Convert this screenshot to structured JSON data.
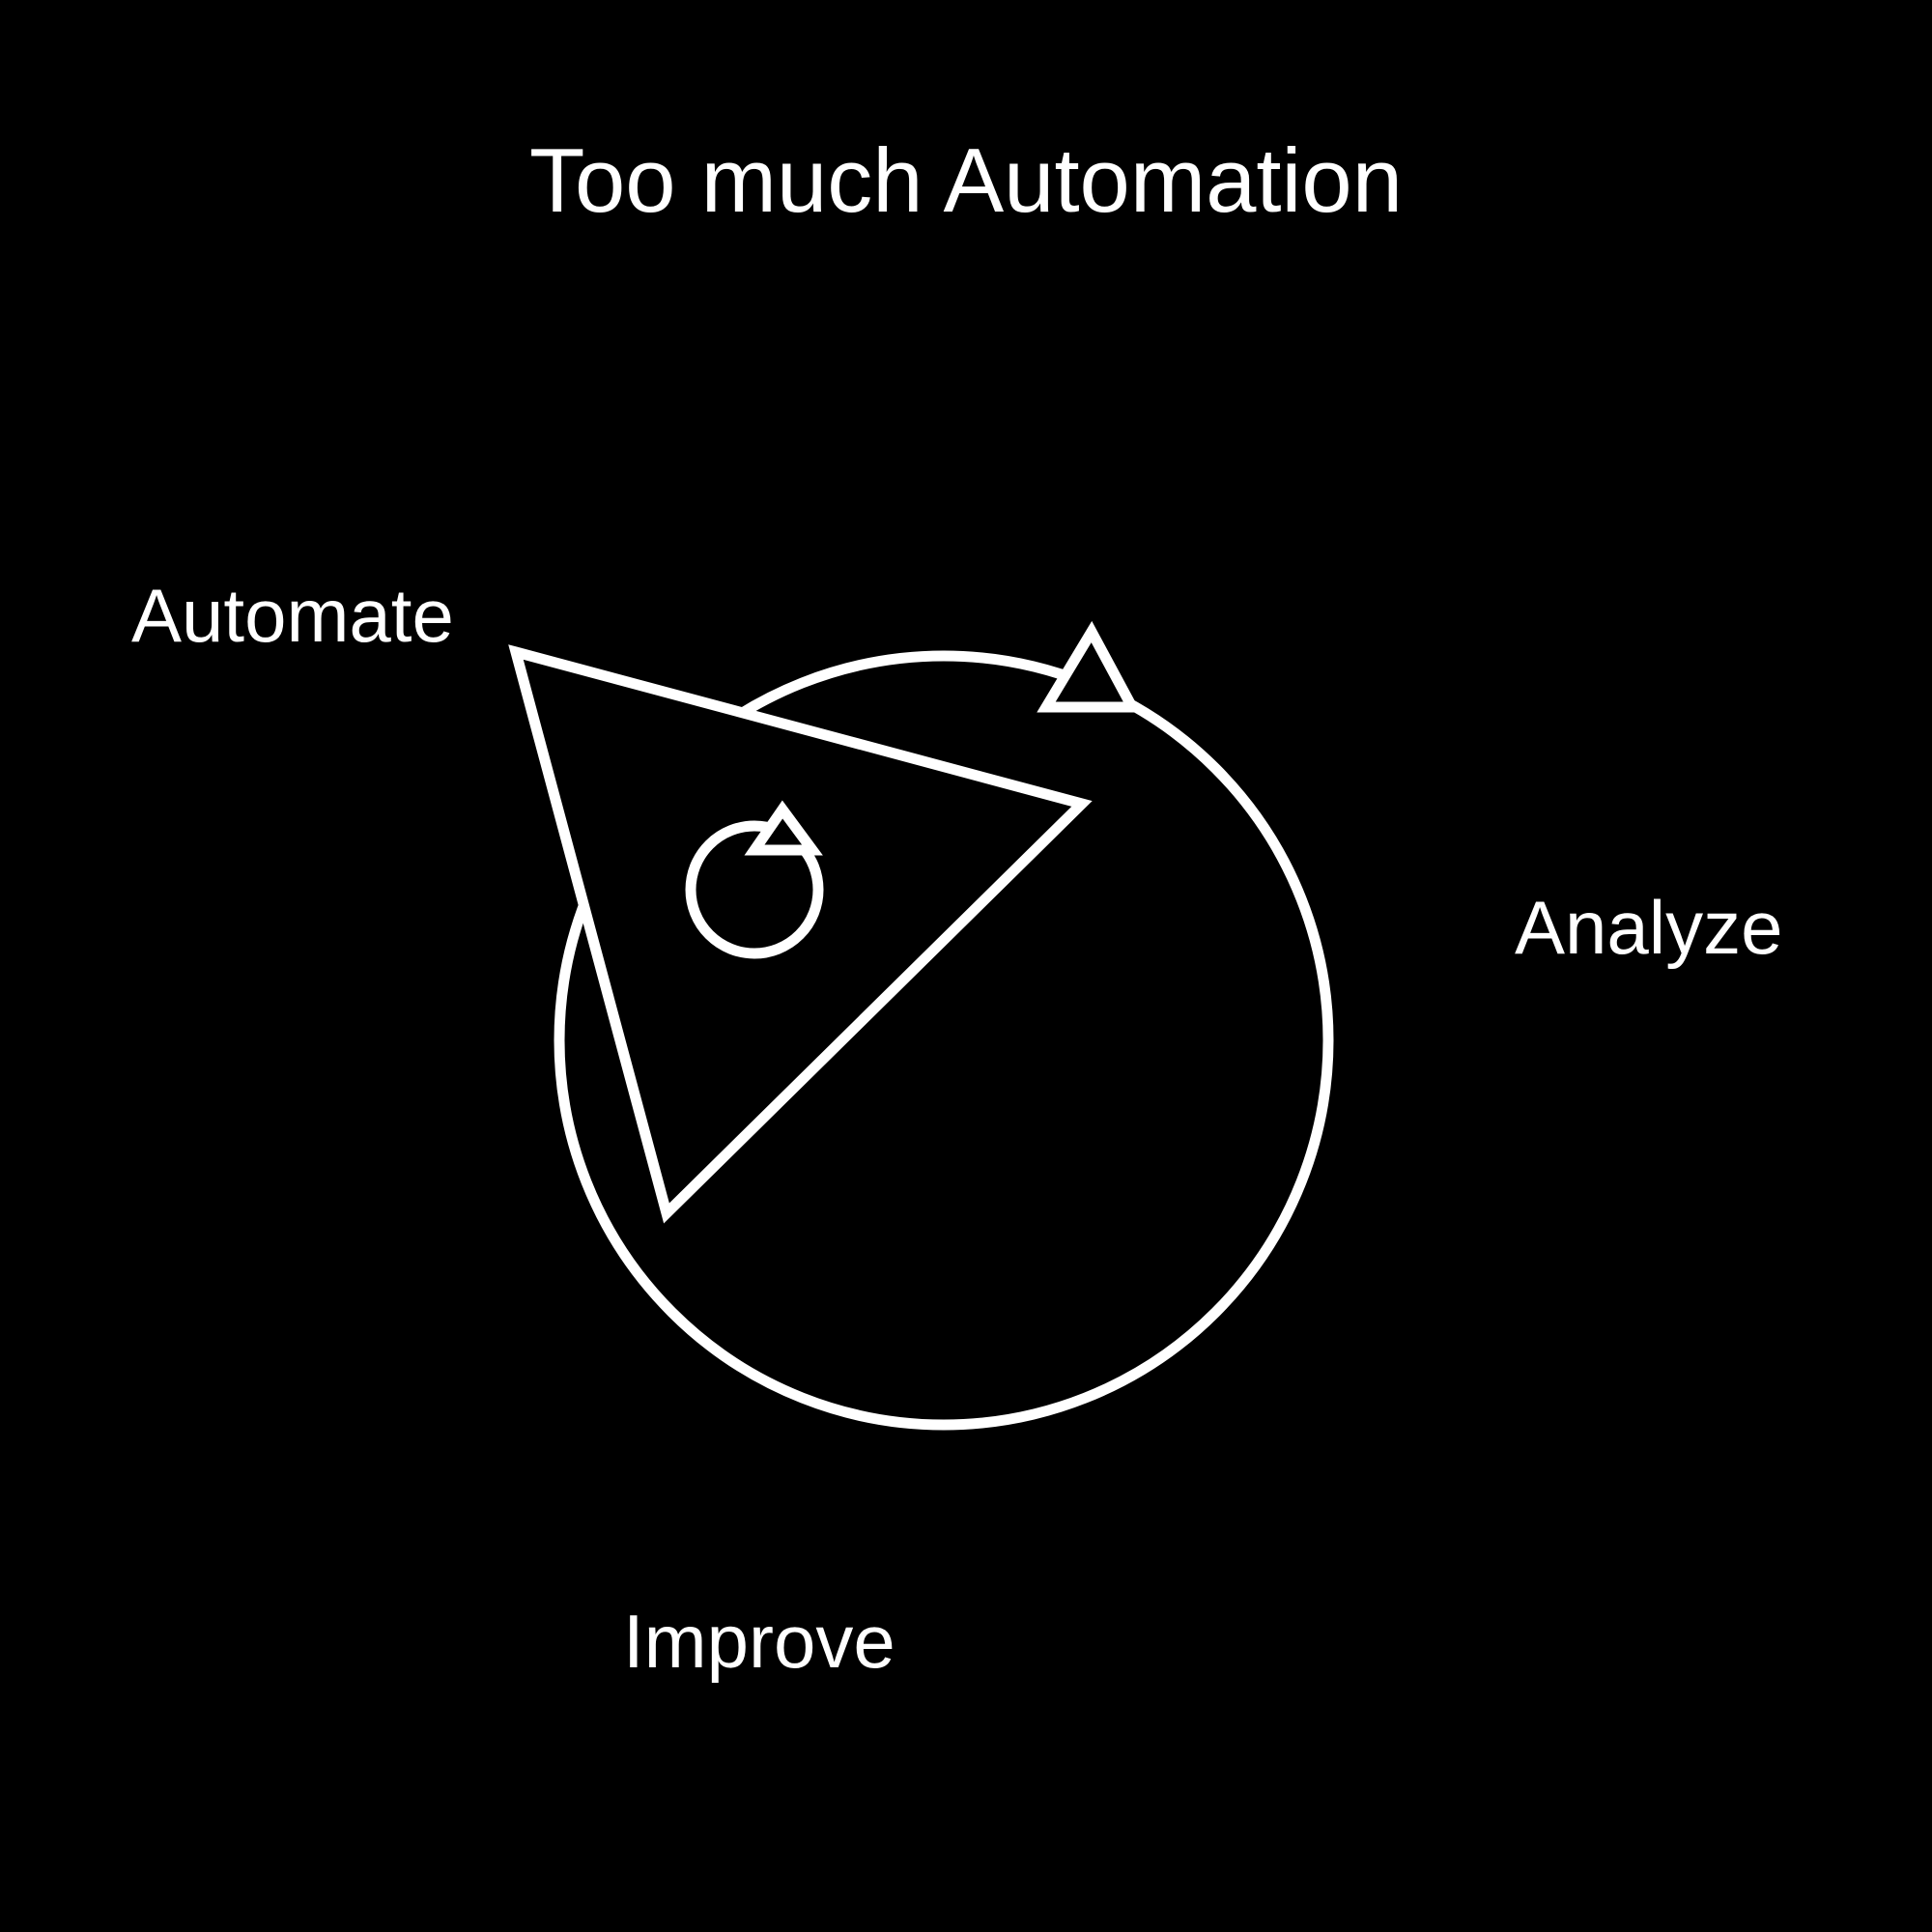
{
  "title": "Too much Automation",
  "labels": {
    "automate": "Automate",
    "analyze": "Analyze",
    "improve": "Improve"
  },
  "colors": {
    "background": "#000000",
    "stroke": "#ffffff"
  }
}
